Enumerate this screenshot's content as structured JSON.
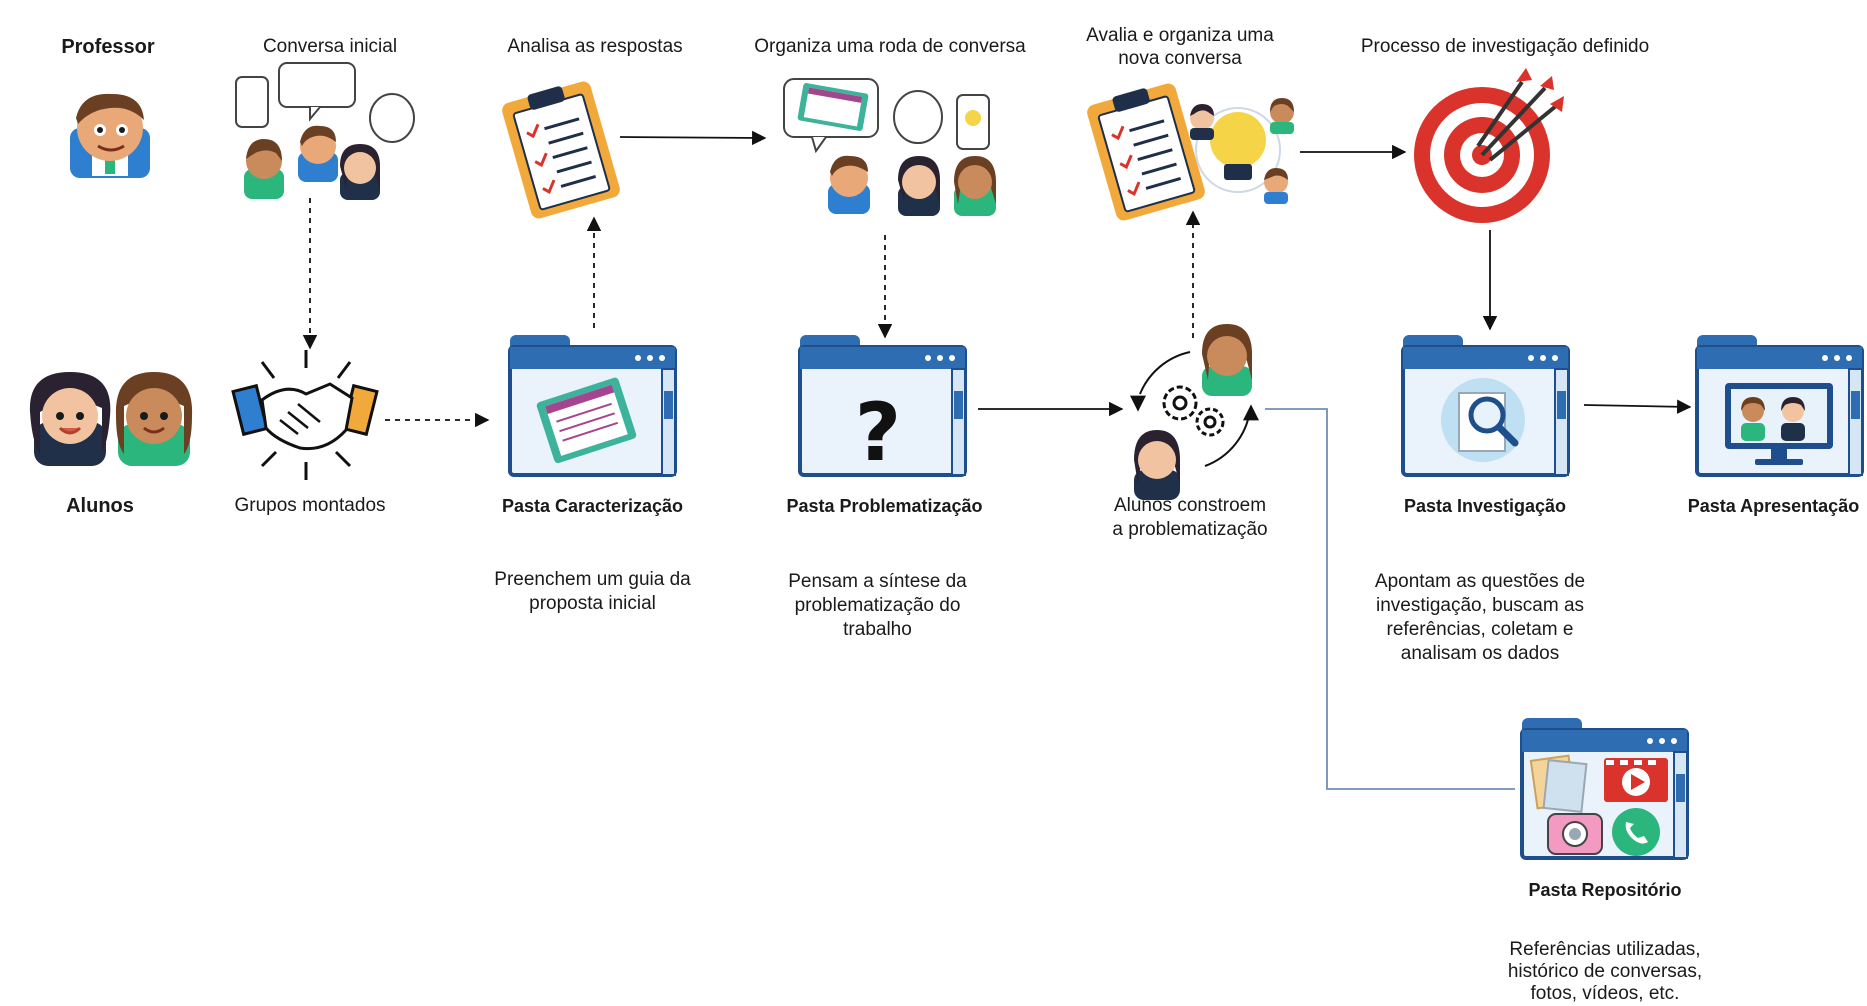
{
  "roles": {
    "professor": "Professor",
    "alunos": "Alunos"
  },
  "steps": {
    "conversa_inicial": "Conversa inicial",
    "analisa": "Analisa as respostas",
    "organiza_roda": "Organiza uma roda de conversa",
    "avalia_line1": "Avalia e organiza uma",
    "avalia_line2": "nova conversa",
    "processo": "Processo de investigação definido",
    "grupos": "Grupos montados",
    "constroem_line1": "Alunos constroem",
    "constroem_line2": "a problematização"
  },
  "folders": {
    "caracterizacao": {
      "title": "Pasta Caracterização",
      "desc_line1": "Preenchem um guia da",
      "desc_line2": "proposta inicial"
    },
    "problematizacao": {
      "title": "Pasta Problematização",
      "desc_line1": "Pensam a síntese da",
      "desc_line2": "problematização do",
      "desc_line3": "trabalho"
    },
    "investigacao": {
      "title": "Pasta Investigação",
      "desc_line1": "Apontam as questões de",
      "desc_line2": "investigação, buscam as",
      "desc_line3": "referências, coletam e",
      "desc_line4": "analisam os dados"
    },
    "apresentacao": {
      "title": "Pasta Apresentação"
    },
    "repositorio": {
      "title": "Pasta Repositório",
      "desc_line1": "Referências utilizadas,",
      "desc_line2": "histórico de conversas,",
      "desc_line3": "fotos, vídeos, etc."
    }
  },
  "icons": {
    "question_mark": "?",
    "folder_dots": "●●●"
  },
  "colors": {
    "folder_stroke": "#1f4e8c",
    "folder_fill": "#eaf3fb",
    "folder_tab": "#2f6db3",
    "clipboard": "#f2a93b",
    "target_red": "#d9332b",
    "skin": "#e8a878",
    "hair_dark": "#2a2230",
    "hair_brown": "#6b3f22",
    "shirt_green": "#2bb67d",
    "arrow": "#111111",
    "connector": "#6f8fb5"
  }
}
